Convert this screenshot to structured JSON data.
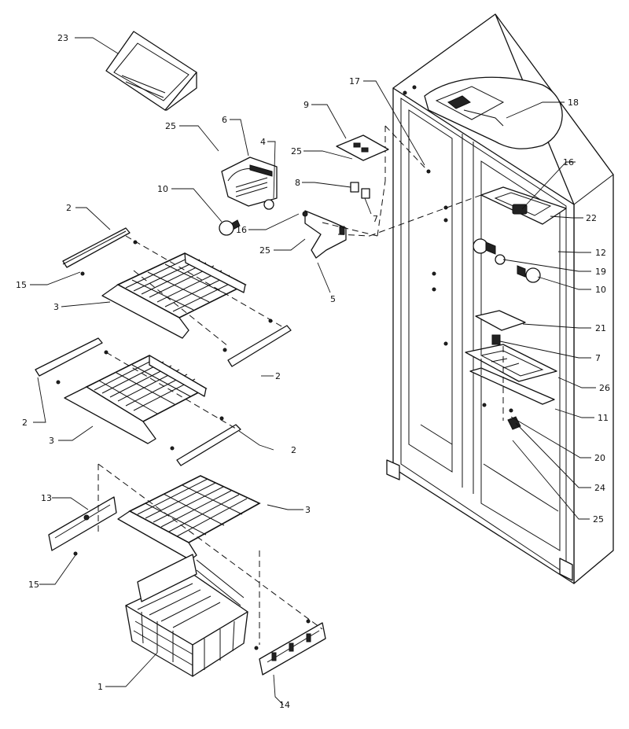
{
  "callouts": {
    "c1": "1",
    "c2a": "2",
    "c2b": "2",
    "c2c": "2",
    "c2d": "2",
    "c3a": "3",
    "c3b": "3",
    "c3c": "3",
    "c4": "4",
    "c5": "5",
    "c6": "6",
    "c7a": "7",
    "c7b": "7",
    "c8": "8",
    "c9": "9",
    "c10a": "10",
    "c10b": "10",
    "c11": "11",
    "c12": "12",
    "c13": "13",
    "c14": "14",
    "c15a": "15",
    "c15b": "15",
    "c16a": "16",
    "c16b": "16",
    "c17": "17",
    "c18": "18",
    "c19": "19",
    "c20": "20",
    "c21": "21",
    "c22": "22",
    "c23": "23",
    "c24": "24",
    "c25a": "25",
    "c25b": "25",
    "c25c": "25",
    "c25d": "25",
    "c26": "26"
  }
}
